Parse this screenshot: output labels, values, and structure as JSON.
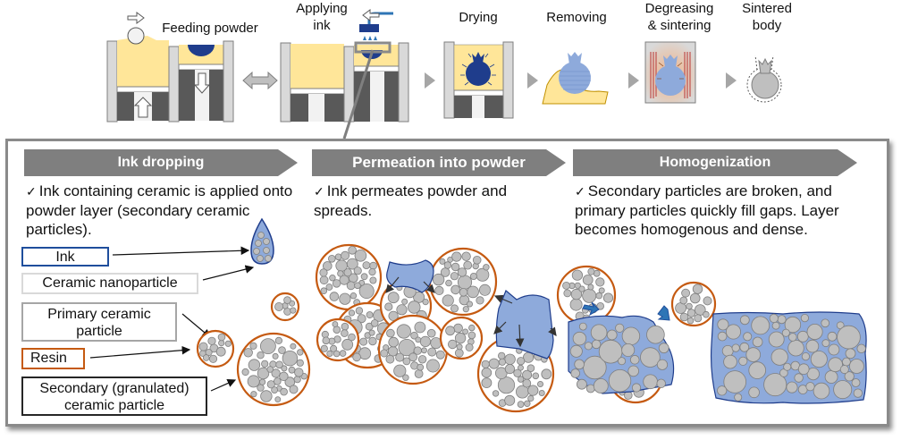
{
  "process_steps": [
    {
      "id": "feeding-powder",
      "label": "Feeding powder"
    },
    {
      "id": "applying-ink",
      "label": "Applying\nink"
    },
    {
      "id": "drying",
      "label": "Drying"
    },
    {
      "id": "removing",
      "label": "Removing"
    },
    {
      "id": "degreasing-sintering",
      "label": "Degreasing\n& sintering"
    },
    {
      "id": "sintered-body",
      "label": "Sintered\nbody"
    }
  ],
  "stages": [
    {
      "title": "Ink dropping",
      "description": "Ink containing ceramic is applied onto powder layer (secondary ceramic particles)."
    },
    {
      "title": "Permeation into powder",
      "description": "Ink permeates powder and spreads."
    },
    {
      "title": "Homogenization",
      "description": "Secondary particles are broken, and primary particles quickly fill gaps. Layer becomes homogenous and dense."
    }
  ],
  "check_mark": "✓",
  "legend": [
    {
      "id": "ink",
      "label": "Ink",
      "border": "#1f4e9c"
    },
    {
      "id": "ceramic-nanoparticle",
      "label": "Ceramic nanoparticle",
      "border": "#d9d9d9"
    },
    {
      "id": "primary-ceramic-particle",
      "label": "Primary ceramic particle",
      "border": "#a6a6a6"
    },
    {
      "id": "resin",
      "label": "Resin",
      "border": "#c55a11"
    },
    {
      "id": "secondary-ceramic-particle",
      "label": "Secondary (granulated) ceramic particle",
      "border": "#262626"
    }
  ],
  "colors": {
    "powder": "#ffe699",
    "ink_dark": "#1f3d8c",
    "ink_light": "#8eaadb",
    "resin": "#c55a11",
    "particle": "#bfbfbf",
    "banner": "#7f7f7f",
    "wall": "#d9d9d9",
    "piston": "#595959"
  }
}
